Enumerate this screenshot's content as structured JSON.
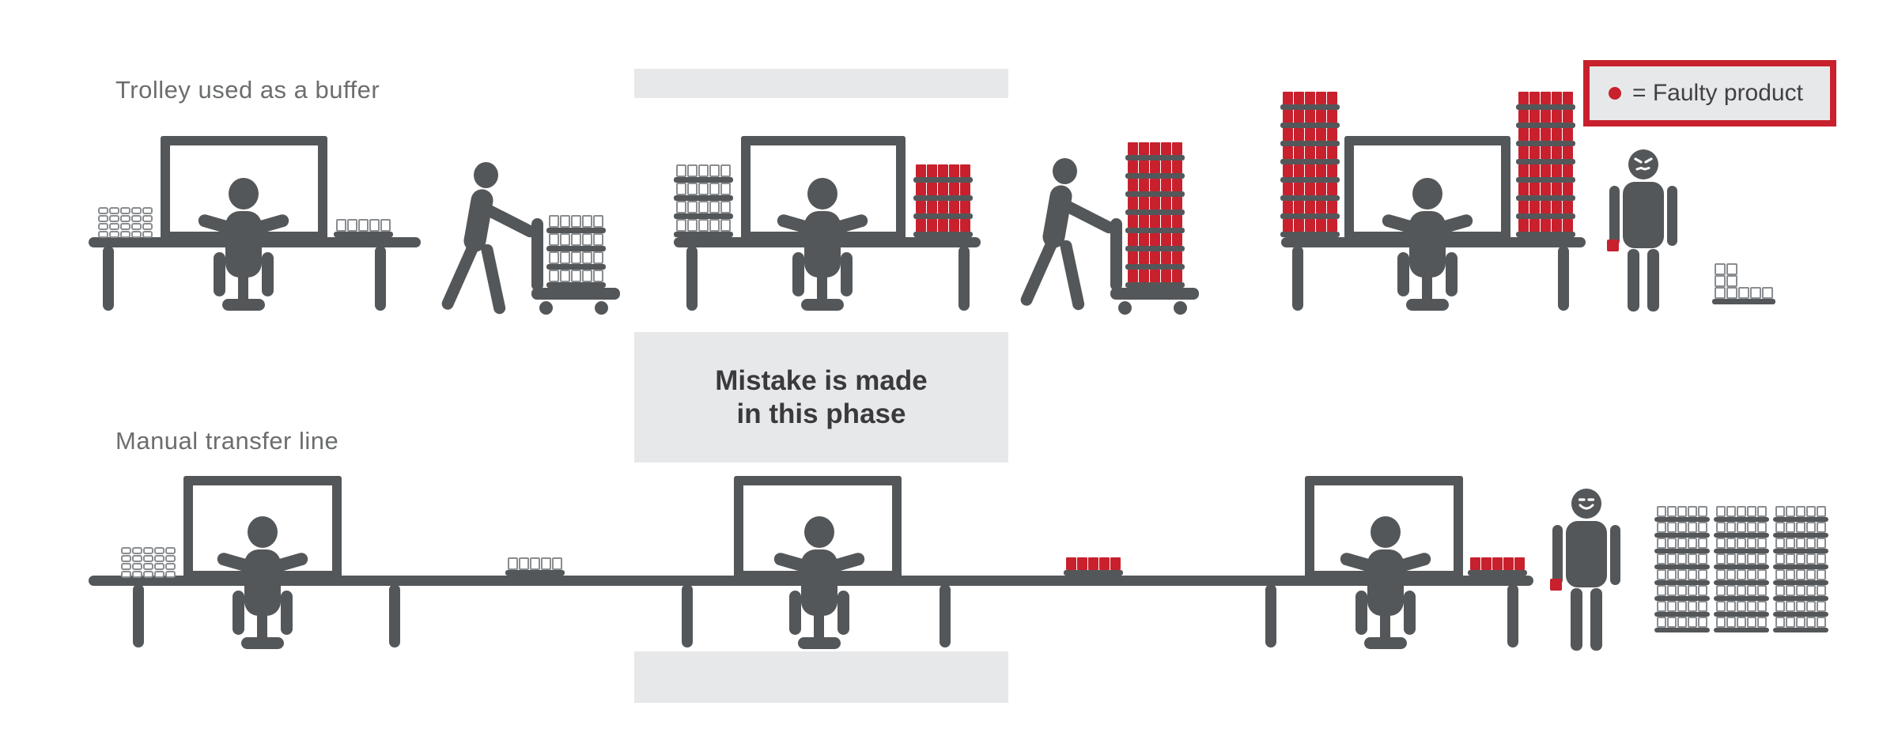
{
  "colors": {
    "figure_gray": "#545759",
    "faulty_red": "#c8202d",
    "band_gray": "#e7e8e9",
    "product_outline_gray": "#8a8d90",
    "label_gray": "#6b6d6f",
    "note_text": "#3a3a3c"
  },
  "labels": {
    "top_scenario": "Trolley used as a buffer",
    "bottom_scenario": "Manual transfer line"
  },
  "phase_note": {
    "line1": "Mistake is made",
    "line2": "in this phase"
  },
  "legend": {
    "symbol": "faulty-product-dot",
    "equals_text": "= Faulty product"
  },
  "people": {
    "top_row_workers": 3,
    "top_row_trolley_pushers": 2,
    "bottom_row_workers": 3,
    "top_inspector_mood": "angry",
    "bottom_inspector_mood": "happy"
  },
  "stacks": {
    "t1_left": {
      "kind": "grid",
      "rows": 4,
      "cols": 5,
      "color": "white"
    },
    "t1_right_tray": {
      "kind": "tray",
      "rows": 1,
      "cols": 5,
      "color": "white"
    },
    "trolley1_load": {
      "kind": "shelf",
      "rows": 4,
      "cols": 5,
      "color": "white"
    },
    "t2_left": {
      "kind": "shelf",
      "rows": 4,
      "cols": 5,
      "color": "white"
    },
    "t2_right": {
      "kind": "shelf",
      "rows": 4,
      "cols": 5,
      "color": "red"
    },
    "trolley2_load": {
      "kind": "shelf",
      "rows": 8,
      "cols": 5,
      "color": "red"
    },
    "t3_left": {
      "kind": "shelf",
      "rows": 8,
      "cols": 5,
      "color": "red"
    },
    "t3_right": {
      "kind": "shelf",
      "rows": 8,
      "cols": 5,
      "color": "red"
    },
    "t3_reject_pile": {
      "kind": "pile",
      "rows": [
        2,
        2,
        5
      ],
      "color": "white"
    },
    "b1_left": {
      "kind": "grid",
      "rows": 4,
      "cols": 5,
      "color": "white"
    },
    "b_line_tray1": {
      "kind": "tray",
      "rows": 1,
      "cols": 5,
      "color": "white"
    },
    "b_line_tray2": {
      "kind": "tray",
      "rows": 1,
      "cols": 5,
      "color": "red"
    },
    "b3_out_tray": {
      "kind": "tray",
      "rows": 1,
      "cols": 5,
      "color": "red"
    },
    "b_output1": {
      "kind": "shelf",
      "rows": 8,
      "cols": 5,
      "color": "white",
      "size": "s"
    },
    "b_output2": {
      "kind": "shelf",
      "rows": 8,
      "cols": 5,
      "color": "white",
      "size": "s"
    },
    "b_output3": {
      "kind": "shelf",
      "rows": 8,
      "cols": 5,
      "color": "white",
      "size": "s"
    }
  }
}
